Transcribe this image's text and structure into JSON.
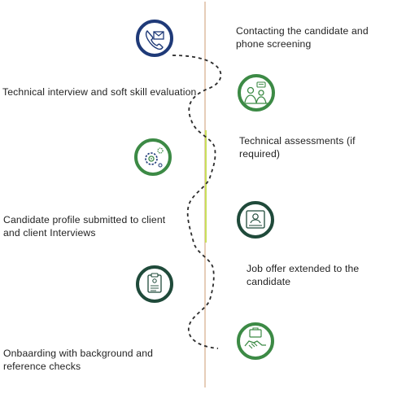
{
  "colors": {
    "navy": "#1f3a78",
    "green": "#3c8a45",
    "dark_green": "#1f4a3a",
    "timeline": "#e6cdb9",
    "highlight": "#c9e05b",
    "dash": "#2b2b2b"
  },
  "steps": [
    {
      "text": "Contacting the candidate and phone screening",
      "icon": "phone-email-icon"
    },
    {
      "text": "Technical interview and soft skill evaluation",
      "icon": "interview-icon"
    },
    {
      "text": "Technical assessments (if required)",
      "icon": "gear-target-icon"
    },
    {
      "text": "Candidate profile submitted to client and client Interviews",
      "icon": "profile-card-icon"
    },
    {
      "text": "Job offer extended to the candidate",
      "icon": "clipboard-icon"
    },
    {
      "text": "Onbaarding with background and reference checks",
      "icon": "handshake-briefcase-icon"
    }
  ]
}
